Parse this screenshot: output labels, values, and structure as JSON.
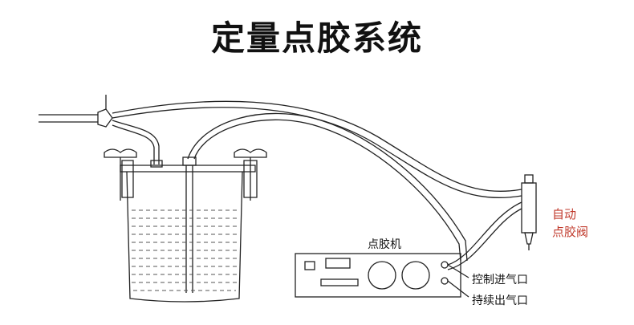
{
  "title": "定量点胶系统",
  "labels": {
    "dispenser": "点胶机",
    "control_inlet": "控制进气口",
    "continuous_outlet": "持续出气口",
    "auto_valve_line1": "自动",
    "auto_valve_line2": "点胶阀"
  },
  "colors": {
    "line": "#222222",
    "accent_red": "#c0392b",
    "fluid_dash": "#555555"
  }
}
